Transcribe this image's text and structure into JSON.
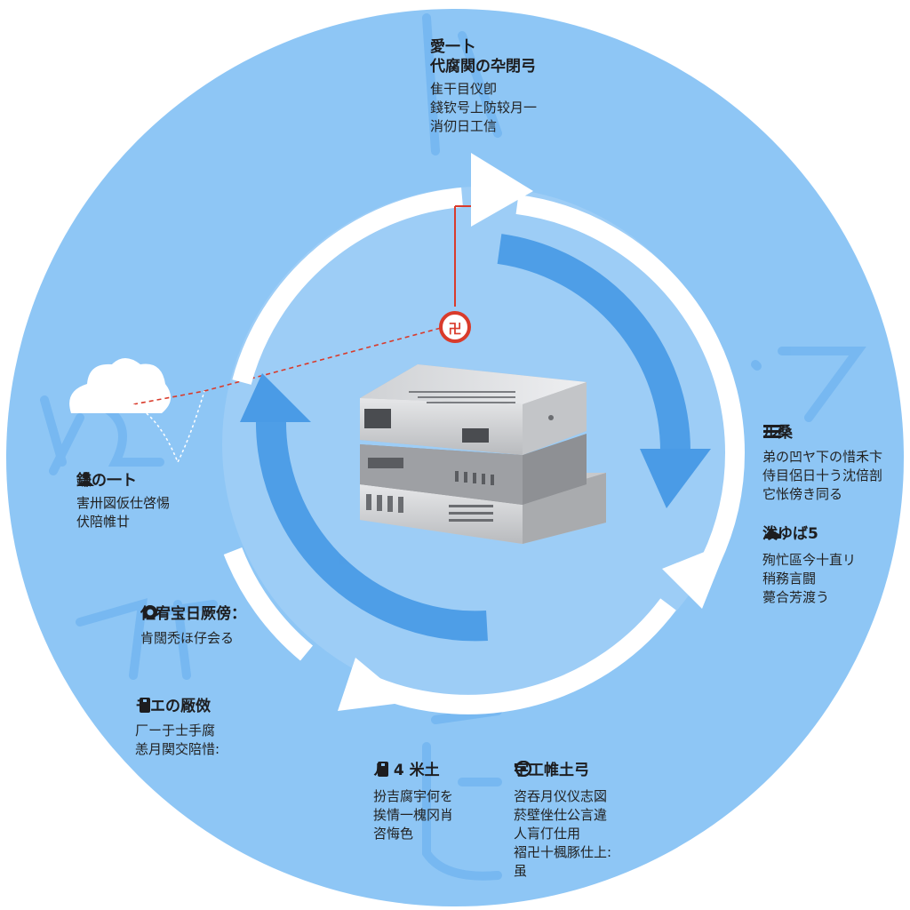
{
  "colors": {
    "background": "#ffffff",
    "outer_disc": "#8ec6f5",
    "inner_disc": "#9dcdf6",
    "cycle_arrow": "#ffffff",
    "inner_arrow": "#4a9be6",
    "red_marker": "#d93b2b",
    "text": "#1d1d1f",
    "server_light": "#d9dadc",
    "server_mid": "#a9abae",
    "server_dark": "#7d7f83"
  },
  "nodes": {
    "top": {
      "title_1": "愛一卜",
      "title_2": "代腐関の卆閉弓",
      "lines": [
        "隹干目仪卽",
        "錢钦号上防较月一",
        "消仞日工信"
      ]
    },
    "right_1": {
      "icon": "menu-icon",
      "title": "ル桑",
      "lines": [
        "弟の凹ヤ下の惜禾卞",
        "侍目侶日十う沈倍剖",
        "它怅傍き同る"
      ]
    },
    "right_2": {
      "icon": "hand-icon",
      "title": "泼ゆば5",
      "lines": [
        "殉忙區今十直リ",
        "稍務言闘",
        "薨合芳渡う"
      ]
    },
    "left_1": {
      "icon": "person-icon",
      "title": "鎌の一ト",
      "lines": [
        "害卅図仮仕啓惕",
        "伏陪帷廿"
      ]
    },
    "left_2": {
      "icon": "gear-icon",
      "title": "佐宥宝日厥傍：",
      "lines": [
        "肯闊禿ほ仔会る"
      ]
    },
    "left_3": {
      "icon": "device-icon",
      "title": "モエの厰傚",
      "lines": [
        "厂ー于士手腐",
        "恙月関交陪惜:"
      ]
    },
    "bottom_1": {
      "icon": "device-icon",
      "title": "ル 4 米土",
      "lines": [
        "扮吉腐宇何を",
        "挨情一槐冈肖",
        "咨悔色"
      ]
    },
    "bottom_2": {
      "icon": "target-icon",
      "title": "宇工帷土弓",
      "lines": [
        "咨吞月仪仪志図",
        "菸壁侳仕公言違",
        "人肓仃仕用",
        "褶卍十楓豚仕上:",
        "虽"
      ]
    },
    "marker": {
      "glyph": "卍"
    }
  }
}
